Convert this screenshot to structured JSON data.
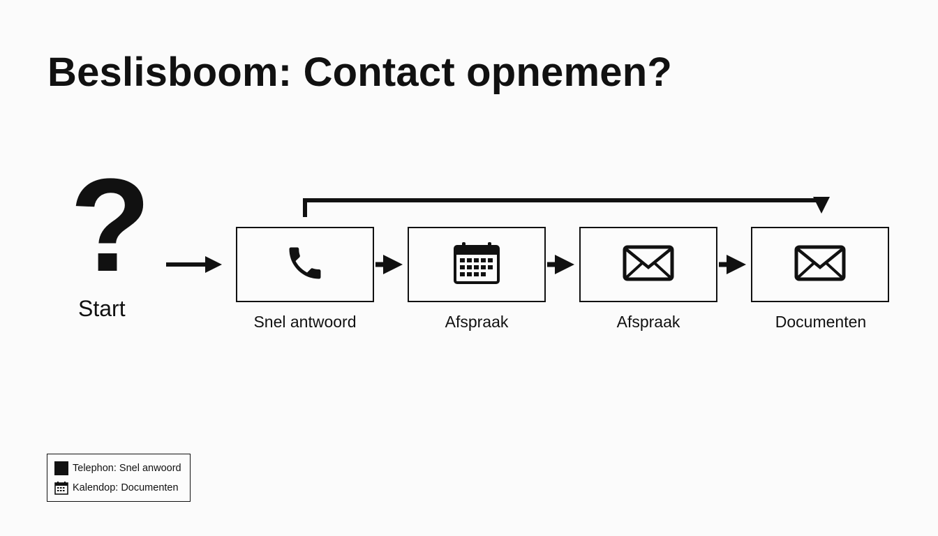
{
  "title": "Beslisboom: Contact opnemen?",
  "start": {
    "symbol": "?",
    "label": "Start"
  },
  "nodes": [
    {
      "icon": "phone-icon",
      "label": "Snel antwoord"
    },
    {
      "icon": "calendar-icon",
      "label": "Afspraak"
    },
    {
      "icon": "envelope-icon",
      "label": "Afspraak"
    },
    {
      "icon": "envelope-icon",
      "label": "Documenten"
    }
  ],
  "legend": [
    {
      "icon": "solid-square",
      "text": "Telephon: Snel anwoord"
    },
    {
      "icon": "calendar-icon",
      "text": "Kalendop: Documenten"
    }
  ]
}
